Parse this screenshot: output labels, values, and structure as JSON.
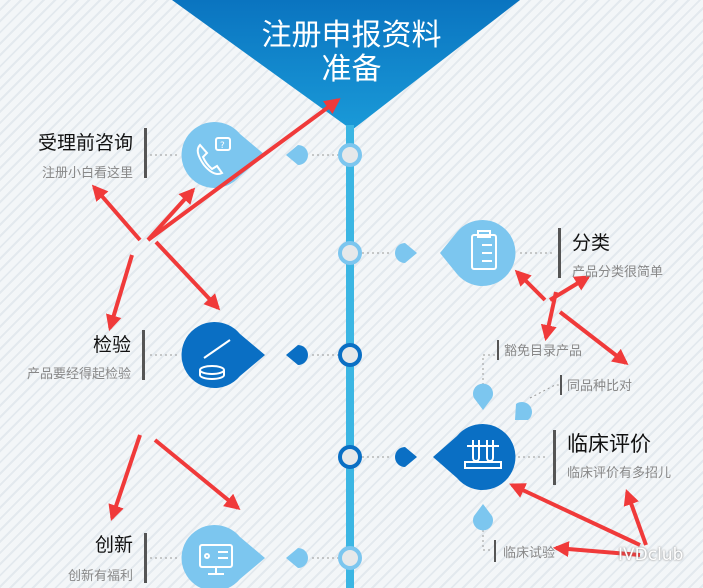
{
  "title": {
    "line1": "注册申报资料",
    "line2": "准备"
  },
  "items": [
    {
      "heading": "受理前咨询",
      "sub": "注册小白看这里",
      "icon": "phone-question-icon"
    },
    {
      "heading": "分类",
      "sub": "产品分类很简单",
      "icon": "clipboard-checklist-icon"
    },
    {
      "heading": "检验",
      "sub": "产品要经得起检验",
      "icon": "pipette-dish-icon"
    },
    {
      "heading": "临床评价",
      "sub": "临床评价有多招儿",
      "icon": "test-tube-rack-icon"
    },
    {
      "heading": "创新",
      "sub": "创新有福利",
      "icon": "monitor-chart-icon"
    }
  ],
  "clinical_options": [
    "豁免目录产品",
    "同品种比对",
    "临床试验"
  ],
  "watermark": "IVDclub",
  "colors": {
    "light": "#7cc6ef",
    "dark": "#0a6fc4",
    "line": "#3bb6e3",
    "arrow": "#f03a3a"
  }
}
